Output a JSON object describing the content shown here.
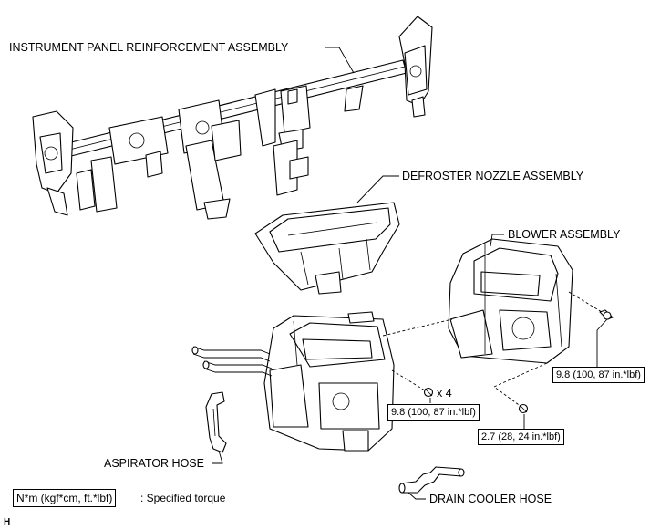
{
  "labels": {
    "instrument_panel": "INSTRUMENT PANEL REINFORCEMENT ASSEMBLY",
    "defroster": "DEFROSTER NOZZLE ASSEMBLY",
    "blower": "BLOWER ASSEMBLY",
    "aspirator": "ASPIRATOR HOSE",
    "drain": "DRAIN COOLER HOSE"
  },
  "torque_specs": {
    "bolt_right": "9.8 (100, 87 in.*lbf)",
    "bolt_center": "9.8 (100, 87 in.*lbf)",
    "bolt_low": "2.7 (28, 24 in.*lbf)",
    "quantity": "x 4"
  },
  "legend": {
    "unit_box": "N*m (kgf*cm, ft.*lbf)",
    "text": ": Specified torque"
  },
  "corner_mark": "H"
}
